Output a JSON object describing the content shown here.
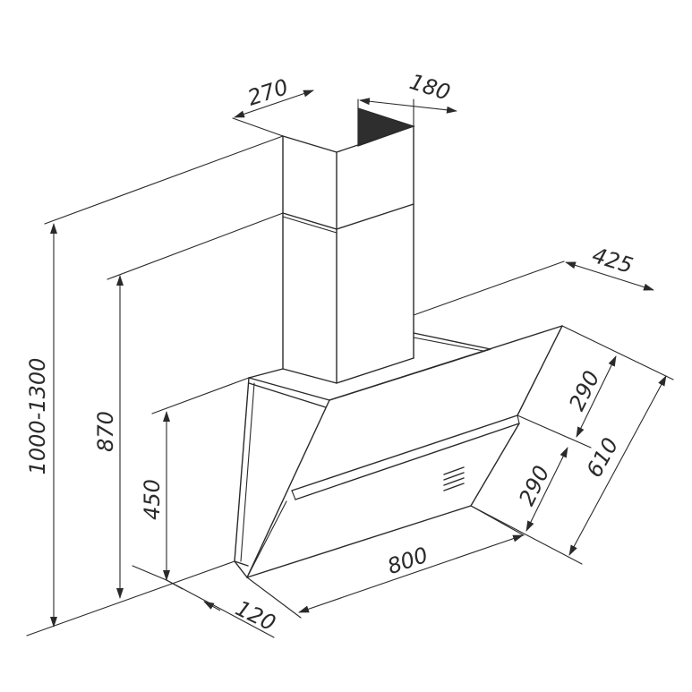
{
  "dimensions": {
    "chimney_width": "270",
    "chimney_depth": "180",
    "hood_depth": "425",
    "total_height": "1000-1300",
    "height_870": "870",
    "height_450": "450",
    "panel_upper": "290",
    "panel_lower": "290",
    "panel_total": "610",
    "hood_width": "800",
    "base_depth": "120"
  },
  "colors": {
    "line": "#2a2a2a",
    "background": "#ffffff",
    "duct_opening": "#2e2e2e"
  }
}
